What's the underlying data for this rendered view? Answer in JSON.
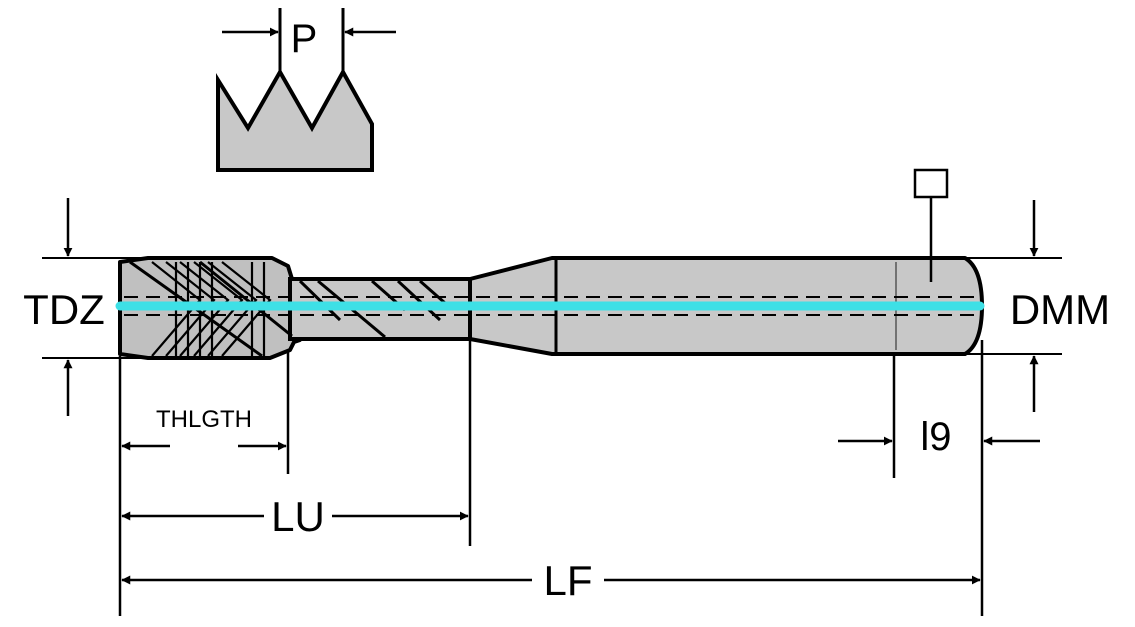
{
  "labels": {
    "pitch": "P",
    "thread_diameter": "TDZ",
    "shank_diameter": "DMM",
    "thread_length": "THLGTH",
    "usable_length": "LU",
    "functional_length": "LF",
    "square_length": "l9"
  },
  "colors": {
    "body_fill": "#c8c8c8",
    "outline": "#000000",
    "coolant_channel": "#3ee0e6",
    "background": "#ffffff"
  },
  "icons": {
    "square_symbol": "square-icon",
    "arrows": "arrow-icon"
  }
}
